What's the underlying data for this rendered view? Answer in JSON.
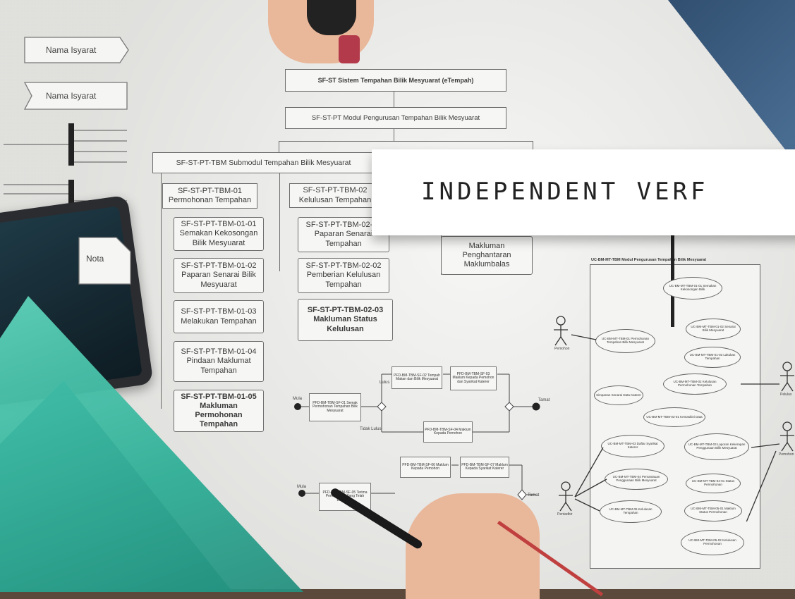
{
  "legend": {
    "shape1": "Nama Isyarat",
    "shape2": "Nama Isyarat",
    "nota": "Nota"
  },
  "banner": {
    "text": "INDEPENDENT VERF"
  },
  "hierarchy": {
    "root": "SF-ST Sistem Tempahan Bilik Mesyuarat (eTempah)",
    "module": "SF-ST-PT Modul Pengurusan Tempahan Bilik Mesyuarat",
    "submodule": "SF-ST-PT-TBM Submodul Tempahan Bilik Mesyuarat",
    "col1": {
      "head": "SF-ST-PT-TBM-01 Permohonan Tempahan",
      "items": [
        "SF-ST-PT-TBM-01-01 Semakan Kekosongan Bilik Mesyuarat",
        "SF-ST-PT-TBM-01-02 Paparan Senarai Bilik Mesyuarat",
        "SF-ST-PT-TBM-01-03 Melakukan Tempahan",
        "SF-ST-PT-TBM-01-04 Pindaan Maklumat Tempahan",
        "SF-ST-PT-TBM-01-05 Makluman Permohonan Tempahan"
      ]
    },
    "col2": {
      "head": "SF-ST-PT-TBM-02 Kelulusan Tempahan",
      "items": [
        "SF-ST-PT-TBM-02-01 Paparan Senarai Tempahan",
        "SF-ST-PT-TBM-02-02 Pemberian Kelulusan Tempahan",
        "SF-ST-PT-TBM-02-03 Makluman Status Kelulusan"
      ]
    },
    "col3": {
      "item": "Makluman Penghantaran Maklumbalas"
    }
  },
  "flow": {
    "mula1": "Mula",
    "tamat1": "Tamat",
    "lulus": "Lulus",
    "tidak_lulus": "Tidak Lulus",
    "mula2": "Mula",
    "tamat2": "Tamat"
  },
  "usecase": {
    "title": "UC-BM-MT-TBM Modul Pengurusan Tempahan Bilik Mesyuarat",
    "actors": [
      "Pemohon",
      "Pelulus",
      "Pemohon",
      "Pentadbir"
    ]
  }
}
